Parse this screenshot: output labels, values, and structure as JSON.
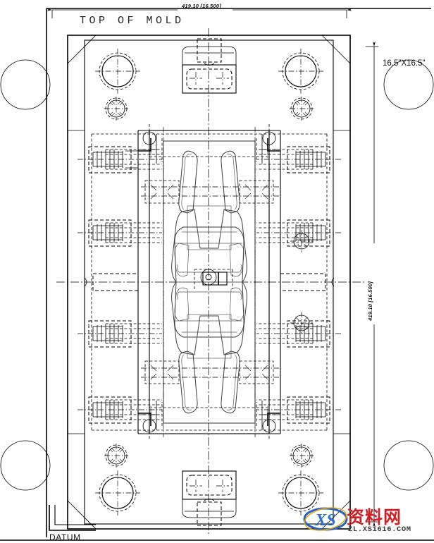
{
  "drawing": {
    "title": "TOP OF MOLD",
    "datum_label": "DATUM",
    "dimension_top": "419.10 [16.500]",
    "dimension_right": "419.10 [16.500]",
    "note_right": "16.5\"X16.5\"",
    "line_color": "#000000",
    "part_color": "#3a3a3a",
    "background": "#ffffff"
  },
  "elements": {
    "mold_plate": "mold-base-plate",
    "inner_plate": "inner-cavity-plate",
    "cavity_upper": "upper-cavity-part",
    "cavity_lower": "lower-cavity-part",
    "sprue_insert_top": "top-center-insert",
    "sprue_insert_bottom": "bottom-center-insert",
    "guide_pins": 4,
    "corner_circles": 4,
    "cooling_lines": 6
  },
  "watermark": {
    "logo": "XS",
    "brand": "资料网",
    "url": "ZL.XS1616.COM",
    "brand_color": "#cf1f24"
  }
}
